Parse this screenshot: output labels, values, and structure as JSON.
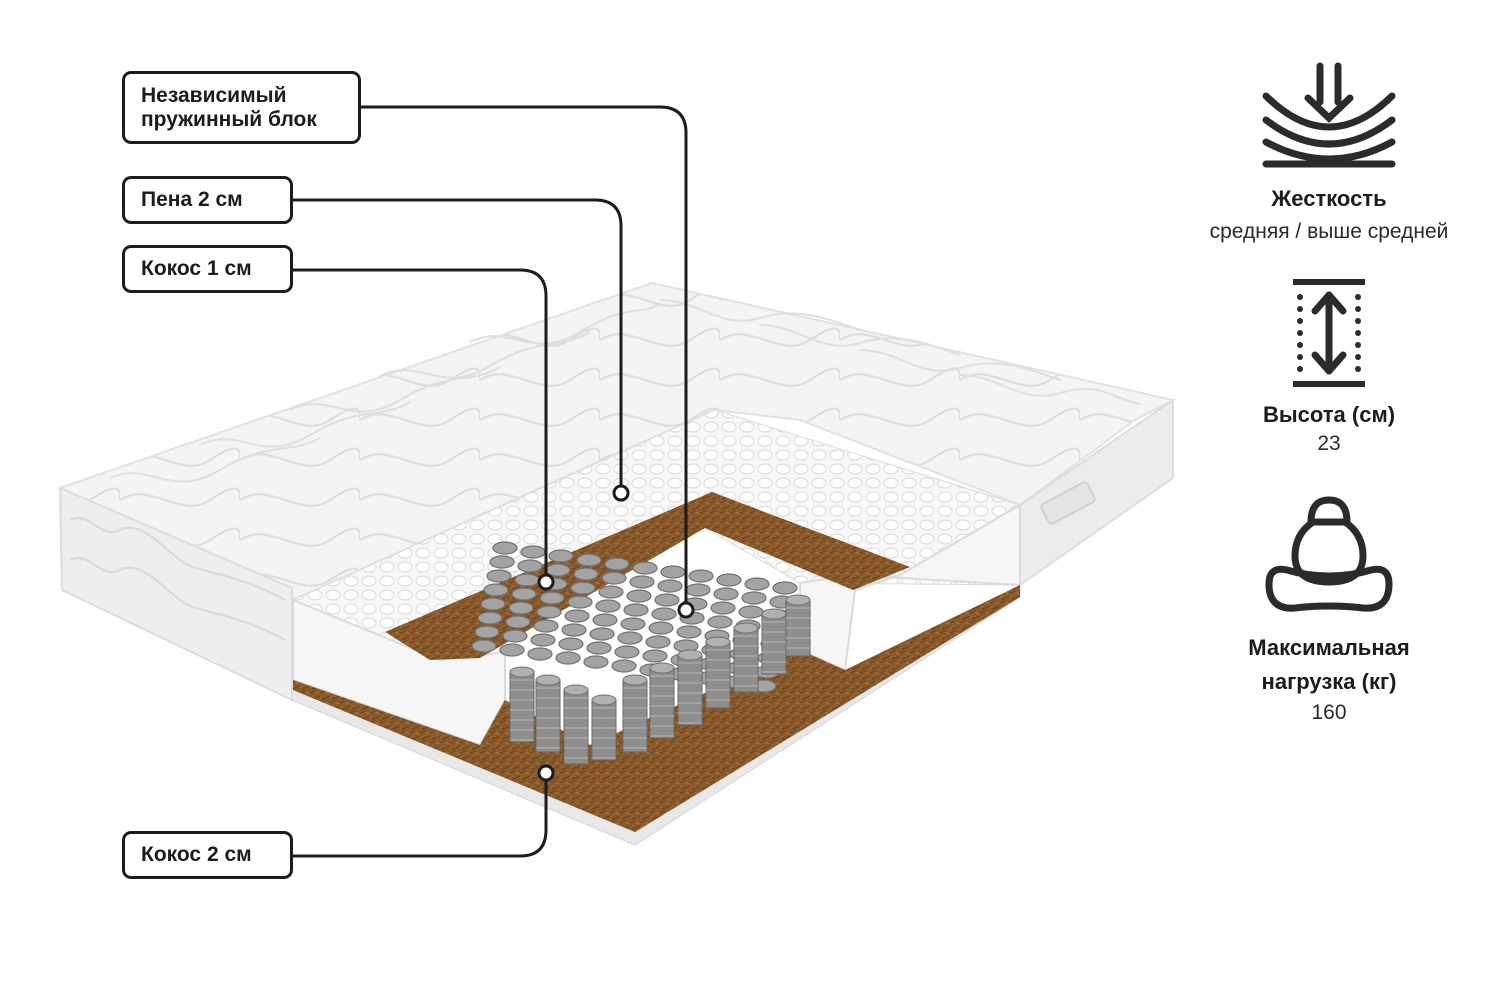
{
  "callouts": {
    "spring_block": "Независимый пружинный блок",
    "foam": "Пена 2 см",
    "coconut_top": "Кокос 1 см",
    "coconut_bottom": "Кокос 2 см"
  },
  "specs": {
    "firmness": {
      "title": "Жесткость",
      "value": "средняя / выше средней",
      "icon": "pressure-layers-icon"
    },
    "height": {
      "title": "Высота (см)",
      "value": "23",
      "icon": "height-arrow-icon"
    },
    "max_load": {
      "title": "Максимальная нагрузка (кг)",
      "value": "160",
      "icon": "kettlebell-icon"
    }
  },
  "colors": {
    "line": "#1c1c1c",
    "mattress_white": "#f4f4f4",
    "coconut": "#8a5a2b",
    "springs": "#8e8e8e",
    "icon": "#2b2b2b"
  }
}
